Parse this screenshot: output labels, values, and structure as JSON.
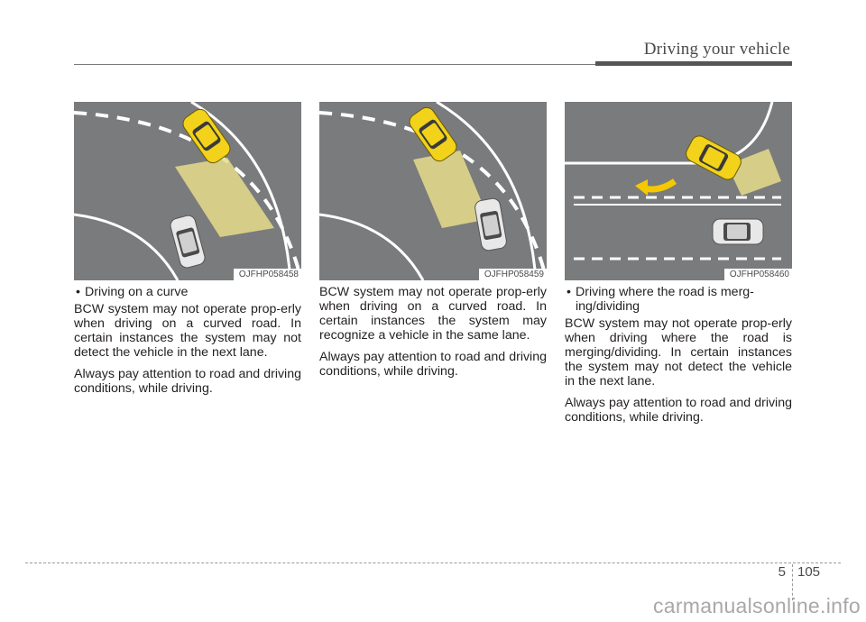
{
  "header": {
    "title": "Driving your vehicle"
  },
  "figures": [
    {
      "code": "OJFHP058458"
    },
    {
      "code": "OJFHP058459"
    },
    {
      "code": "OJFHP058460"
    }
  ],
  "columns": [
    {
      "bullet": "Driving on a curve",
      "paragraphs": [
        "BCW system may not operate prop-erly when driving on a curved road. In certain instances the system may not detect the vehicle in the next lane.",
        "Always pay attention to road and driving conditions, while driving."
      ]
    },
    {
      "paragraphs": [
        "BCW system may not operate prop-erly when driving on a curved road. In certain instances the system may recognize a vehicle in the same lane.",
        "Always pay attention to road and driving conditions, while driving."
      ]
    },
    {
      "bullet": "Driving where the road is merg-ing/dividing",
      "paragraphs": [
        "BCW system may not operate prop-erly when driving where the road is merging/dividing. In certain instances the system may not detect the vehicle in the next lane.",
        "Always pay attention to road and driving conditions, while driving."
      ]
    }
  ],
  "footer": {
    "chapter": "5",
    "page": "105",
    "watermark": "carmanualsonline.info"
  },
  "colors": {
    "road": "#7a7b7d",
    "lane_marking": "#ffffff",
    "car_yellow": "#f2d21a",
    "detection_zone": "#e6dc8a",
    "car_white": "#e8e8e8",
    "arrow_yellow": "#f5c800"
  }
}
